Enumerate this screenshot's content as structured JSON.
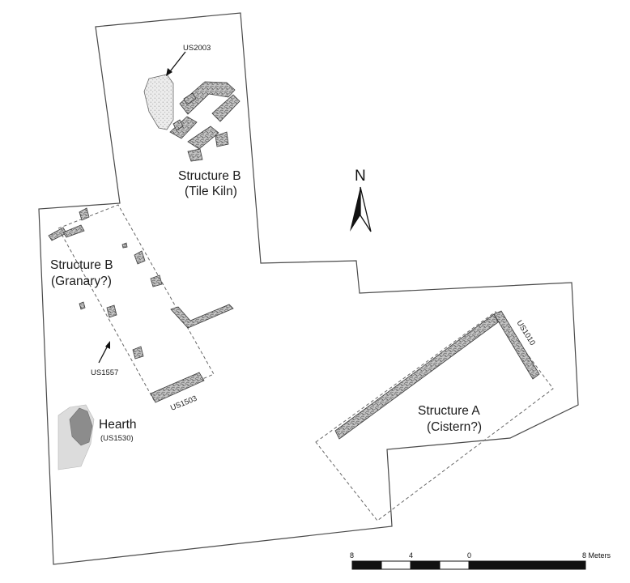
{
  "labels": {
    "structure_b_kiln_title": "Structure B",
    "structure_b_kiln_sub": "(Tile Kiln)",
    "structure_b_granary_title": "Structure B",
    "structure_b_granary_sub": "(Granary?)",
    "structure_a_title": "Structure A",
    "structure_a_sub": "(Cistern?)",
    "hearth_title": "Hearth",
    "hearth_code": "(US1530)",
    "us2003": "US2003",
    "us1557": "US1557",
    "us1503": "US1503",
    "us1010": "US1010"
  },
  "north_arrow": {
    "label": "N"
  },
  "scale_bar": {
    "tick_labels": [
      "8",
      "4",
      "0",
      "8 Meters"
    ]
  },
  "colors": {
    "outline": "#4a4a4a",
    "wall_fill": "#bdbdbd",
    "wall_dark": "#6d6d6d",
    "hearth_light": "#dcdcdc",
    "hearth_dark": "#8c8c8c",
    "dashed": "#666666"
  }
}
